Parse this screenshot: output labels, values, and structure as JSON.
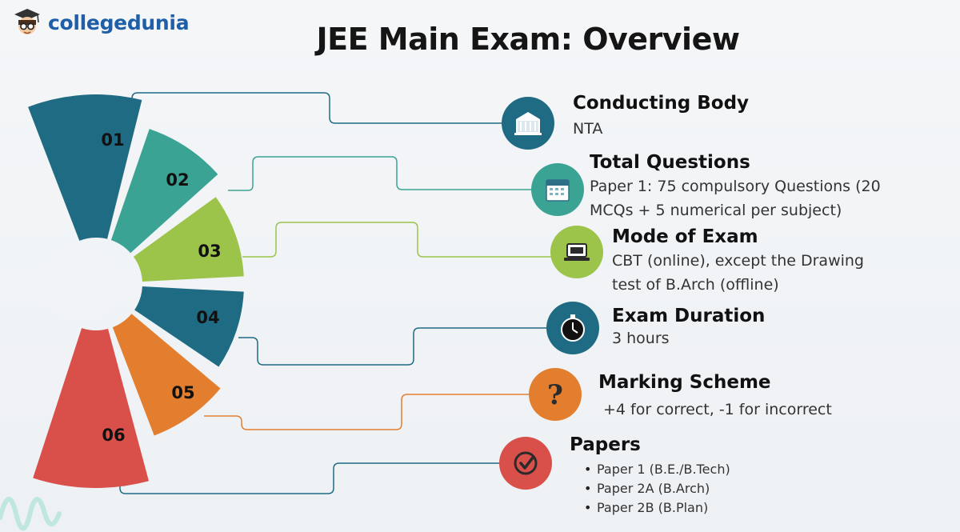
{
  "brand": {
    "name": "collegedunia",
    "suffix": ""
  },
  "title": "JEE Main Exam: Overview",
  "colors": {
    "seg01": "#1f6b84",
    "seg02": "#3aa394",
    "seg03": "#9cc34a",
    "seg04": "#1f6b84",
    "seg05": "#e37e2e",
    "seg06": "#d9504a"
  },
  "segments": [
    {
      "num": "01",
      "color": "#1f6b84"
    },
    {
      "num": "02",
      "color": "#3aa394"
    },
    {
      "num": "03",
      "color": "#9cc34a"
    },
    {
      "num": "04",
      "color": "#1f6b84"
    },
    {
      "num": "05",
      "color": "#e37e2e"
    },
    {
      "num": "06",
      "color": "#d9504a"
    }
  ],
  "items": [
    {
      "heading": "Conducting Body",
      "lines": [
        "NTA"
      ],
      "icon": "building-icon",
      "color": "#1f6b84"
    },
    {
      "heading": "Total Questions",
      "lines": [
        "Paper 1: 75 compulsory Questions (20",
        "MCQs + 5 numerical per subject)"
      ],
      "icon": "calendar-icon",
      "color": "#3aa394"
    },
    {
      "heading": "Mode of Exam",
      "lines": [
        "CBT (online), except the Drawing",
        "test of B.Arch (offline)"
      ],
      "icon": "laptop-icon",
      "color": "#9cc34a"
    },
    {
      "heading": "Exam Duration",
      "lines": [
        "3 hours"
      ],
      "icon": "stopwatch-icon",
      "color": "#1f6b84"
    },
    {
      "heading": "Marking Scheme",
      "lines": [
        "+4 for correct, -1 for incorrect"
      ],
      "icon": "question-mark-icon",
      "color": "#e37e2e"
    },
    {
      "heading": "Papers",
      "bullets": [
        "Paper 1 (B.E./B.Tech)",
        "Paper 2A (B.Arch)",
        "Paper 2B (B.Plan)"
      ],
      "icon": "checkmark-icon",
      "color": "#d9504a"
    }
  ]
}
